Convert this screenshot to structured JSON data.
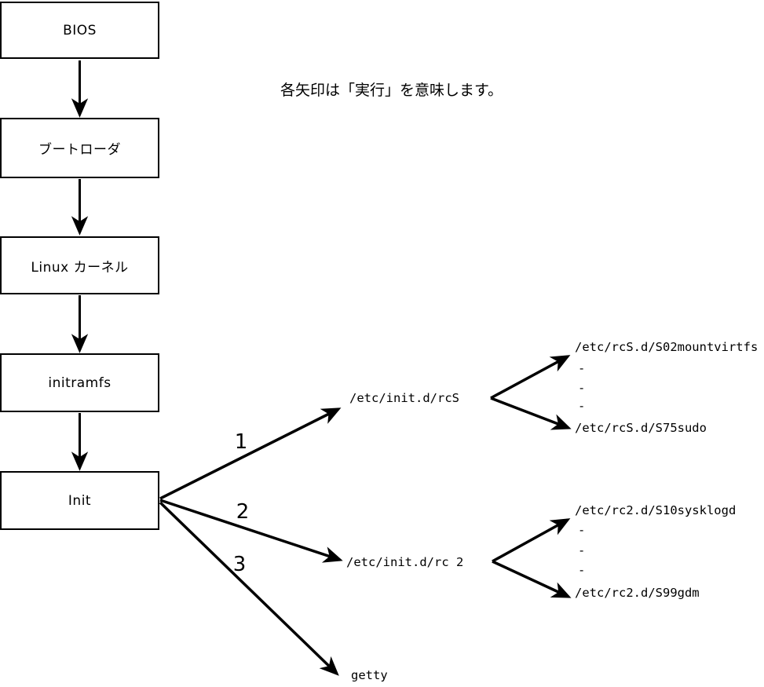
{
  "diagram": {
    "note": "各矢印は「実行」を意味します。",
    "boot_sequence": [
      {
        "label": "BIOS"
      },
      {
        "label": "ブートローダ"
      },
      {
        "label": "Linux カーネル"
      },
      {
        "label": "initramfs"
      },
      {
        "label": "Init"
      }
    ],
    "init_branches": [
      {
        "number": "1",
        "target": "/etc/init.d/rcS",
        "scripts": {
          "first": "/etc/rcS.d/S02mountvirtfs",
          "dots": [
            "-",
            "-",
            "-"
          ],
          "last": "/etc/rcS.d/S75sudo"
        }
      },
      {
        "number": "2",
        "target": "/etc/init.d/rc 2",
        "scripts": {
          "first": "/etc/rc2.d/S10sysklogd",
          "dots": [
            "-",
            "-",
            "-"
          ],
          "last": "/etc/rc2.d/S99gdm"
        }
      },
      {
        "number": "3",
        "target": "getty"
      }
    ]
  },
  "colors": {
    "background": "#ffffff",
    "line": "#000000",
    "text": "#000000"
  }
}
